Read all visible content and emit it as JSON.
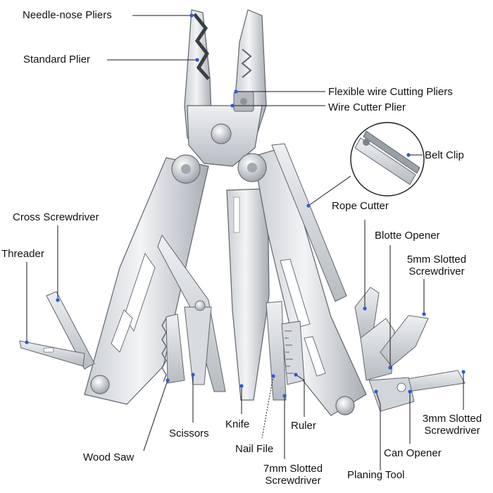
{
  "colors": {
    "metal_light": "#e9ebee",
    "metal_mid": "#c4c8cd",
    "metal_dark": "#8d939a",
    "outline": "#5f656c",
    "leader": "#1a1a1a",
    "dot": "#2a5bd7",
    "text": "#111111"
  },
  "labels": {
    "needle_nose": "Needle-nose Pliers",
    "standard_plier": "Standard Plier",
    "flex_wire": "Flexible wire Cutting Pliers",
    "wire_cutter": "Wire Cutter Plier",
    "belt_clip": "Belt Clip",
    "cross_screwdriver": "Cross Screwdriver",
    "threader": "Threader",
    "rope_cutter": "Rope Cutter",
    "blotte_opener": "Blotte Opener",
    "slotted_5mm_l1": "5mm Slotted",
    "slotted_5mm_l2": "Screwdriver",
    "scissors": "Scissors",
    "knife": "Knife",
    "ruler": "Ruler",
    "slotted_3mm_l1": "3mm Slotted",
    "slotted_3mm_l2": "Screwdriver",
    "wood_saw": "Wood Saw",
    "nail_file": "Nail File",
    "can_opener": "Can Opener",
    "slotted_7mm_l1": "7mm Slotted",
    "slotted_7mm_l2": "Screwdriver",
    "planing_tool": "Planing Tool"
  }
}
